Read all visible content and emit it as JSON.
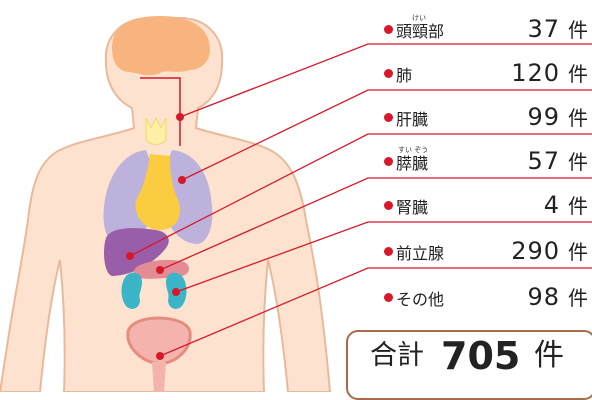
{
  "colors": {
    "accent_dot": "#d7182a",
    "leader_line": "#d7182a",
    "skin": "#fde3cf",
    "skin_outline": "#e9b99c",
    "brain": "#f7b47e",
    "lung": "#bdb2dc",
    "heart": "#fbcc3f",
    "liver": "#9a5ea9",
    "pancreas": "#e48c96",
    "kidney": "#3ab4c6",
    "bladder": "#f5b3ad",
    "thyroid": "#fff0a8",
    "total_border": "#a86a4a"
  },
  "organs": [
    {
      "label": "頭頸部",
      "ruby": "けい",
      "count": "37",
      "unit": "件"
    },
    {
      "label": "肺",
      "ruby": "",
      "count": "120",
      "unit": "件"
    },
    {
      "label": "肝臓",
      "ruby": "",
      "count": "99",
      "unit": "件"
    },
    {
      "label": "膵臓",
      "ruby": "すい ぞう",
      "count": "57",
      "unit": "件"
    },
    {
      "label": "腎臓",
      "ruby": "",
      "count": "4",
      "unit": "件"
    },
    {
      "label": "前立腺",
      "ruby": "",
      "count": "290",
      "unit": "件"
    },
    {
      "label": "その他",
      "ruby": "",
      "count": "98",
      "unit": "件"
    }
  ],
  "total": {
    "label": "合計",
    "value": "705",
    "unit": "件"
  }
}
